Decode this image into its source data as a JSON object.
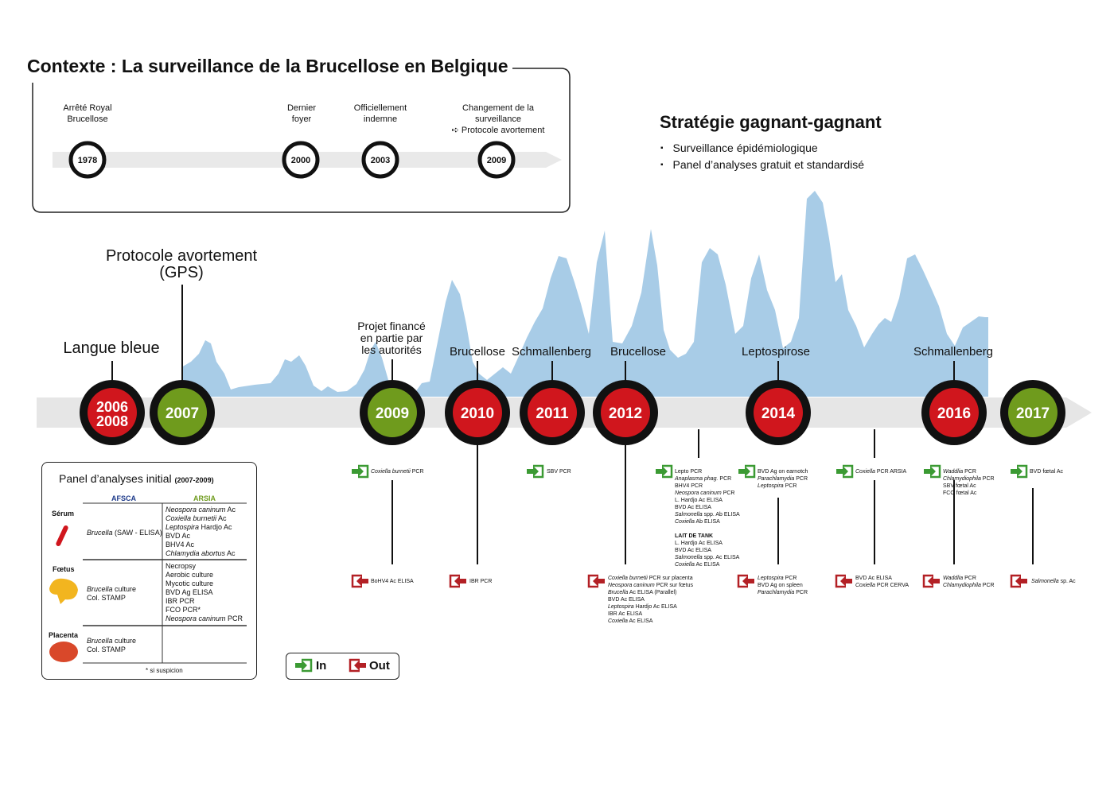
{
  "context": {
    "title": "Contexte : La surveillance de la Brucellose en Belgique",
    "events": [
      {
        "year": "1978",
        "label": [
          "Arrêté Royal",
          "Brucellose"
        ]
      },
      {
        "year": "2000",
        "label": [
          "Dernier",
          "foyer"
        ]
      },
      {
        "year": "2003",
        "label": [
          "Officiellement",
          "indemne"
        ]
      },
      {
        "year": "2009",
        "label": [
          "Changement de la",
          "surveillance",
          "➪ Protocole avortement"
        ]
      }
    ]
  },
  "strategy": {
    "title": "Stratégie gagnant-gagnant",
    "items": [
      "Surveillance épidémiologique",
      "Panel d’analyses gratuit et standardisé"
    ]
  },
  "timeline": {
    "events": [
      {
        "year": "2006\n2008",
        "color": "red",
        "label": "Langue bleue"
      },
      {
        "year": "2007",
        "color": "green",
        "label": "Protocole avortement\n(GPS)"
      },
      {
        "year": "2009",
        "color": "green",
        "label": "Projet financé\nen partie par\nles autorités"
      },
      {
        "year": "2010",
        "color": "red",
        "label": "Brucellose"
      },
      {
        "year": "2011",
        "color": "red",
        "label": "Schmallenberg"
      },
      {
        "year": "2012",
        "color": "red",
        "label": "Brucellose"
      },
      {
        "year": "2014",
        "color": "red",
        "label": "Leptospirose"
      },
      {
        "year": "2016",
        "color": "red",
        "label": "Schmallenberg"
      },
      {
        "year": "2017",
        "color": "green",
        "label": ""
      }
    ],
    "notes_in": [
      "<i>Coxiella burnetii</i> PCR",
      "SBV PCR",
      "Lepto PCR<br><i>Anaplasma phag.</i> PCR<br>BHV4 PCR<br><i>Neospora caninum</i> PCR<br>L. Hardjo Ac ELISA<br>BVD Ac ELISA<br><i>Salmonella</i> spp. Ab ELISA<br><i>Coxiella</i> Ab ELISA<br><br><b>LAIT DE TANK</b><br>L. Hardjo Ac ELISA<br>BVD Ac ELISA<br><i>Salmonella</i> spp. Ac ELISA<br><i>Coxiella</i> Ac ELISA",
      "BVD Ag on earnotch<br><i>Parachlamydia</i> PCR<br><i>Leptospira</i> PCR",
      "<i>Coxiella</i> PCR ARSIA",
      "<i>Waddlia</i> PCR<br><i>Chlamydiophila</i> PCR<br>SBV fœtal Ac<br>FCO fœtal Ac",
      "BVD fœtal Ac"
    ],
    "notes_out": [
      "BoHV4 Ac ELISA",
      "IBR PCR",
      "<i>Coxiella burnetii</i> PCR sur placenta<br><i>Neospora caninum</i> PCR sur fœtus<br><i>Brucella</i> Ac ELISA (Parallel)<br>BVD Ac ELISA<br><i>Leptospira</i> Hardjo Ac ELISA<br>IBR Ac ELISA<br><i>Coxiella</i> Ac ELISA",
      "<i>Leptospira</i> PCR<br>BVD Ag on spleen<br><i>Parachlamydia</i> PCR",
      "BVD Ac ELISA<br><i>Coxiella</i> PCR CERVA",
      "<i>Waddlia</i> PCR<br><i>Chlamydiophila</i> PCR",
      "<i>Salmonella</i> sp. Ac"
    ]
  },
  "panel": {
    "title": "Panel d’analyses initial",
    "period": "(2007-2009)",
    "col_afsca": "AFSCA",
    "col_arsia": "ARSIA",
    "rows": [
      {
        "name": "Sérum",
        "afsca": "<i>Brucella</i> (SAW - ELISA)",
        "arsia": "<i>Neospora caninum</i> Ac<br><i>Coxiella burnetii</i> Ac<br><i>Leptospira</i> Hardjo Ac<br>BVD Ac<br>BHV4 Ac<br><i>Chlamydia abortus</i> Ac"
      },
      {
        "name": "Fœtus",
        "afsca": "<i>Brucella</i> culture<br>Col. STAMP",
        "arsia": "Necropsy<br>Aerobic culture<br>Mycotic culture<br>BVD Ag ELISA<br>IBR PCR<br>FCO PCR*<br><i>Neospora caninum</i> PCR"
      },
      {
        "name": "Placenta",
        "afsca": "<i>Brucella</i> culture<br>Col. STAMP",
        "arsia": ""
      }
    ],
    "footnote": "* si suspicion"
  },
  "legend": {
    "in": "In",
    "out": "Out"
  },
  "colors": {
    "red": "#d0161d",
    "green": "#6f9b1d",
    "area": "#a8cce7",
    "arrow_in": "#3b9a33",
    "arrow_out": "#b32025"
  }
}
